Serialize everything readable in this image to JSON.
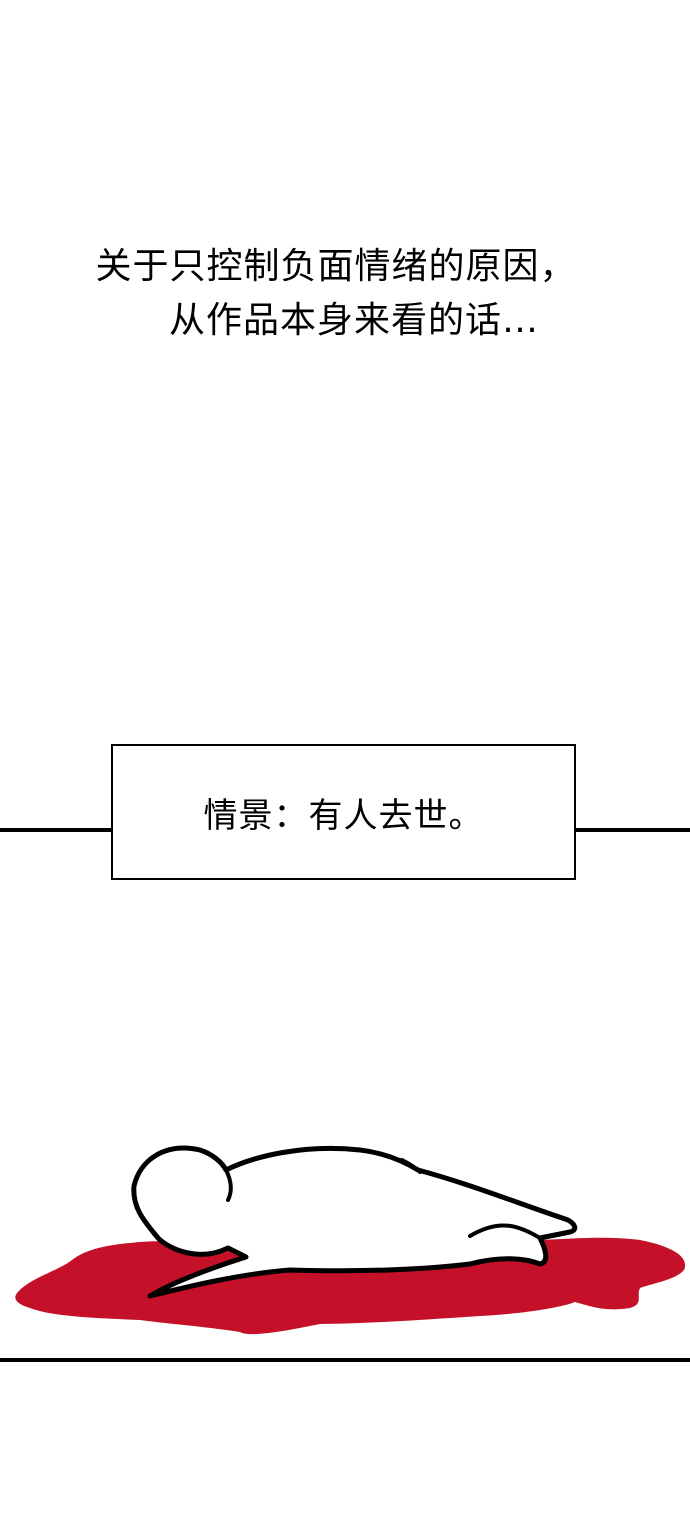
{
  "narration": {
    "line1": "关于只控制负面情绪的原因，",
    "line2": "从作品本身来看的话…"
  },
  "caption": {
    "text": "情景：有人去世。"
  },
  "colors": {
    "blood": "#c41028",
    "ink": "#000000",
    "paper": "#ffffff"
  }
}
